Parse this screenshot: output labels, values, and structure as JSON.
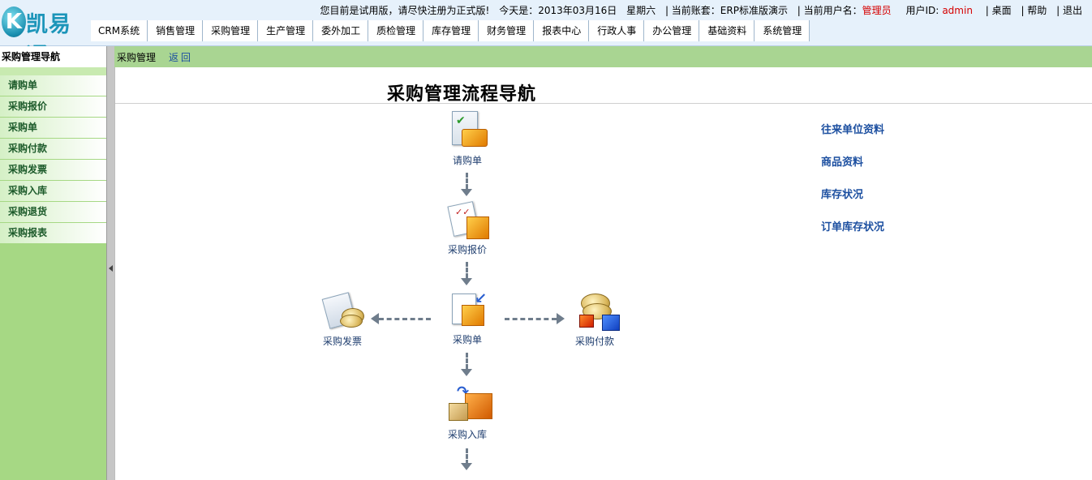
{
  "header": {
    "logo_letter": "K",
    "logo_text": "凯易通",
    "trial_notice": "您目前是试用版，请尽快注册为正式版!",
    "today": "今天是：2013年03月16日",
    "weekday": "星期六",
    "account": "| 当前账套：ERP标准版演示",
    "current_user_label": "| 当前用户名：",
    "current_user": "管理员",
    "user_id_label": "用户ID:",
    "user_id": "admin",
    "desktop": "| 桌面",
    "help": "| 帮助",
    "logout": "| 退出"
  },
  "nav": [
    "CRM系统",
    "销售管理",
    "采购管理",
    "生产管理",
    "委外加工",
    "质检管理",
    "库存管理",
    "财务管理",
    "报表中心",
    "行政人事",
    "办公管理",
    "基础资料",
    "系统管理"
  ],
  "sidebar": {
    "title": "采购管理导航",
    "items": [
      "请购单",
      "采购报价",
      "采购单",
      "采购付款",
      "采购发票",
      "采购入库",
      "采购退货",
      "采购报表"
    ]
  },
  "breadcrumb": {
    "current": "采购管理",
    "back": "返回"
  },
  "main": {
    "title": "采购管理流程导航",
    "flow": {
      "requisition": "请购单",
      "quotation": "采购报价",
      "order": "采购单",
      "invoice": "采购发票",
      "payment": "采购付款",
      "storage": "采购入库"
    },
    "right_links": [
      "往来单位资料",
      "商品资料",
      "库存状况",
      "订单库存状况"
    ]
  },
  "icons": {
    "requisition": "clipboard-basket-icon",
    "quotation": "document-box-icon",
    "order": "document-box-arrow-icon",
    "invoice": "document-coins-icon",
    "payment": "coins-boxes-icon",
    "storage": "boxes-arrow-icon"
  },
  "colors": {
    "accent_green": "#a6d884",
    "link_blue": "#1c4fa0",
    "highlight_red": "#d50000"
  }
}
